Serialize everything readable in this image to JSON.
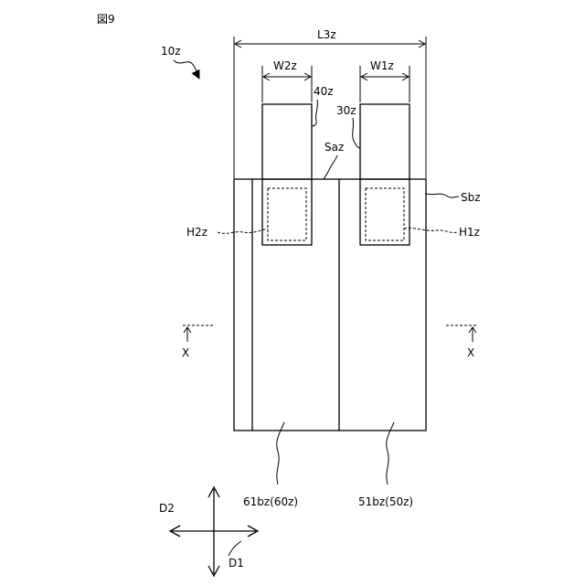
{
  "figure": {
    "title": "図9",
    "assembly_ref": "10z"
  },
  "dimensions": {
    "overall_length": "L3z",
    "width_left_tab": "W2z",
    "width_right_tab": "W1z"
  },
  "components": {
    "left_tab": "40z",
    "right_tab": "30z",
    "tab_edge": "Saz",
    "body_edge": "Sbz",
    "hatched_left": "H2z",
    "hatched_right": "H1z",
    "left_electrode": "61bz(60z)",
    "right_electrode": "51bz(50z)"
  },
  "section": {
    "left_mark": "X",
    "right_mark": "X"
  },
  "axes": {
    "vertical": "D2",
    "horizontal": "D1"
  }
}
